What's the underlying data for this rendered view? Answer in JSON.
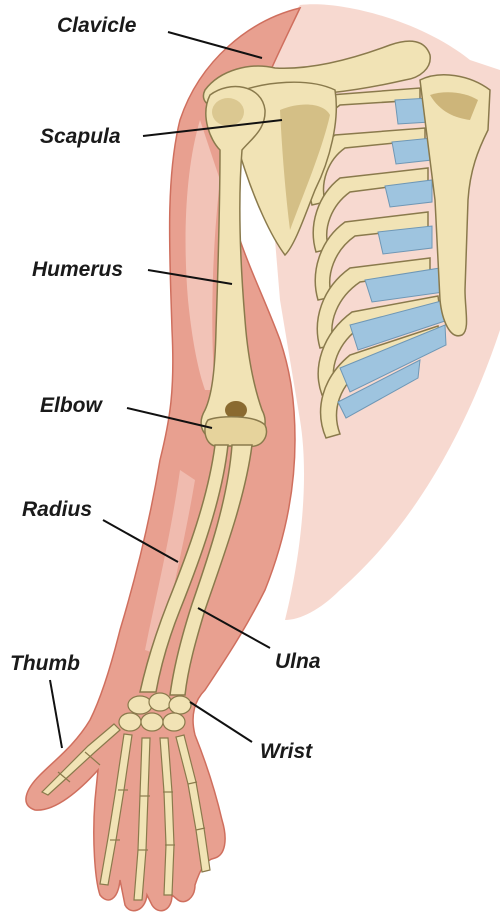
{
  "labels": {
    "clavicle": "Clavicle",
    "scapula": "Scapula",
    "humerus": "Humerus",
    "elbow": "Elbow",
    "radius": "Radius",
    "ulna": "Ulna",
    "thumb": "Thumb",
    "wrist": "Wrist"
  },
  "colors": {
    "muscle": "#e8a090",
    "muscle_light": "#f6d2c8",
    "muscle_shadow": "#cf6f5e",
    "bone": "#f1e3b5",
    "bone_outline": "#8a7a4c",
    "bone_shadow": "#cdb57a",
    "cartilage": "#9ec4df",
    "rib_gap": "#f4b9b0",
    "leader": "#111111"
  },
  "icons": {
    "illustration": "arm-skeleton-illustration"
  }
}
